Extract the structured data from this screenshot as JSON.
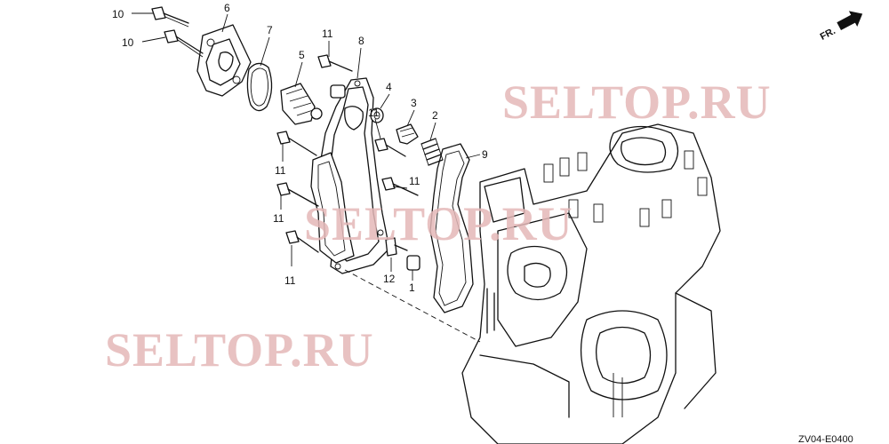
{
  "diagram": {
    "orientation_label": "FR.",
    "drawing_code": "ZV04-E0400",
    "watermark_text": "SELTOP.RU",
    "callouts": [
      {
        "id": "c10a",
        "text": "10"
      },
      {
        "id": "c10b",
        "text": "10"
      },
      {
        "id": "c6",
        "text": "6"
      },
      {
        "id": "c7",
        "text": "7"
      },
      {
        "id": "c5",
        "text": "5"
      },
      {
        "id": "c11a",
        "text": "11"
      },
      {
        "id": "c8",
        "text": "8"
      },
      {
        "id": "c4",
        "text": "4"
      },
      {
        "id": "c3",
        "text": "3"
      },
      {
        "id": "c11b",
        "text": "11"
      },
      {
        "id": "c2",
        "text": "2"
      },
      {
        "id": "c9",
        "text": "9"
      },
      {
        "id": "c11c",
        "text": "11"
      },
      {
        "id": "c11d",
        "text": "11"
      },
      {
        "id": "c11e",
        "text": "11"
      },
      {
        "id": "c11f",
        "text": "11"
      },
      {
        "id": "c12",
        "text": "12"
      },
      {
        "id": "c1",
        "text": "1"
      }
    ]
  }
}
